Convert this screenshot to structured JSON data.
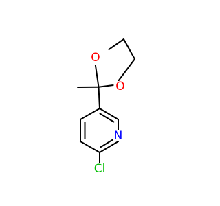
{
  "molecule": {
    "atoms": {
      "oxygen_top": {
        "symbol": "O",
        "color": "#ff0000"
      },
      "oxygen_right": {
        "symbol": "O",
        "color": "#ff0000"
      },
      "nitrogen": {
        "symbol": "N",
        "color": "#0000ff"
      },
      "chlorine": {
        "symbol": "Cl",
        "color": "#00bf00"
      }
    }
  }
}
